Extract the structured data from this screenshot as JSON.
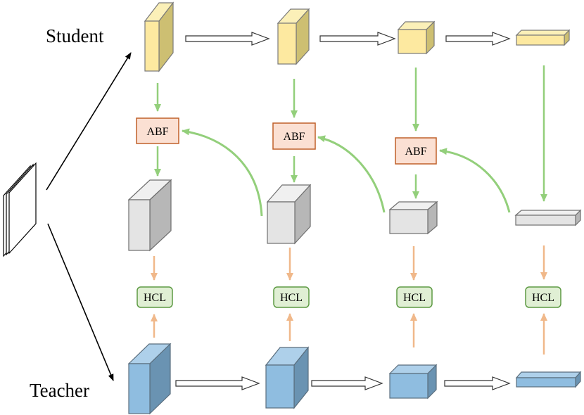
{
  "labels": {
    "student": "Student",
    "teacher": "Teacher"
  },
  "modules": {
    "abf": "ABF",
    "hcl": "HCL"
  },
  "colors": {
    "student_face": "#fde9a0",
    "student_side": "#cdbf72",
    "fused_face": "#e4e4e4",
    "fused_side": "#b7b7b7",
    "teacher_face": "#8fbde0",
    "teacher_side": "#6a93b2",
    "abf_fill": "#fbe0d3",
    "abf_stroke": "#c0602a",
    "hcl_fill": "#e0efd4",
    "hcl_stroke": "#5d9a43",
    "green_arrow": "#93cf7b",
    "orange_arrow": "#f0b88a"
  }
}
